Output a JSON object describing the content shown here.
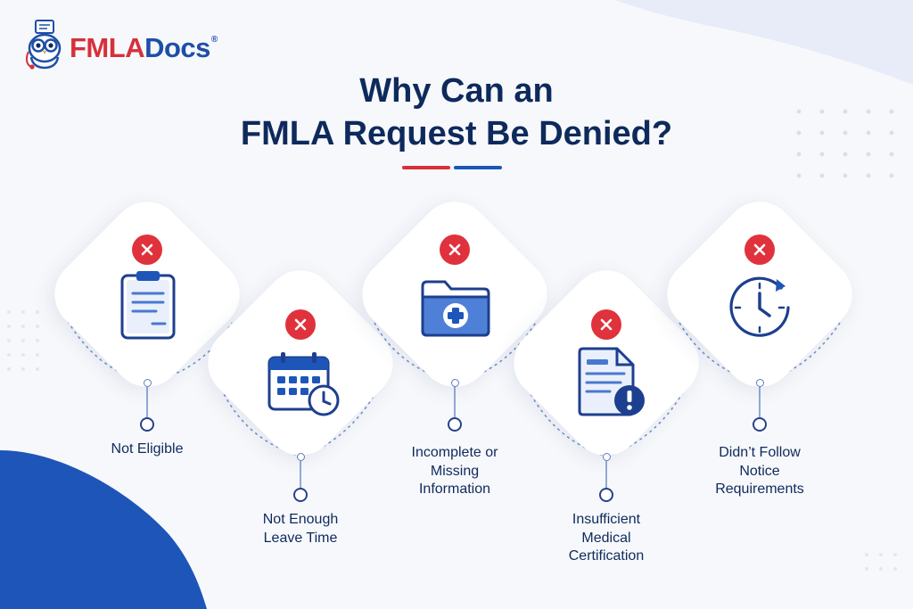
{
  "brand": {
    "logo_part1": "FMLA",
    "logo_part2": "Docs",
    "registered_mark": "®",
    "colors": {
      "red": "#d6303a",
      "blue": "#1d4fa8",
      "navy": "#0e2a5c"
    }
  },
  "title": {
    "line1": "Why Can an",
    "line2": "FMLA Request Be Denied?"
  },
  "reasons": [
    {
      "label": "Not Eligible",
      "icon": "clipboard-icon"
    },
    {
      "label": "Not Enough Leave Time",
      "icon": "calendar-clock-icon"
    },
    {
      "label": "Incomplete or Missing Information",
      "icon": "medical-folder-icon"
    },
    {
      "label": "Insufficient Medical Certification",
      "icon": "document-alert-icon"
    },
    {
      "label": "Didn’t Follow Notice Requirements",
      "icon": "clock-arrow-icon"
    }
  ]
}
